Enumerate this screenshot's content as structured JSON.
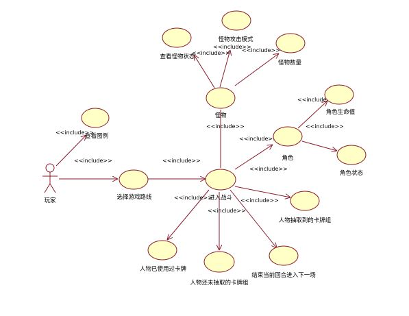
{
  "actor": {
    "name": "玩家"
  },
  "use_cases": {
    "view_legend": "查看图例",
    "select_route": "选择游戏路线",
    "enter_battle": "进入战斗",
    "monster": "怪物",
    "view_monster_state": "查看怪物状态",
    "monster_attack_mode": "怪物攻击模式",
    "monster_count": "怪物数量",
    "role": "角色",
    "role_hp": "角色生命值",
    "role_state": "角色状态",
    "drawn_cards": "人物抽取到的卡牌组",
    "used_cards": "人物已使用过卡牌",
    "undrawn_cards": "人物还未抽取的卡牌组",
    "end_round": "结束当前回合进入下一场"
  },
  "stereotype": "<<include>>",
  "colors": {
    "line": "#8b1a2b",
    "ellipse_fill": "#ffffc6"
  }
}
